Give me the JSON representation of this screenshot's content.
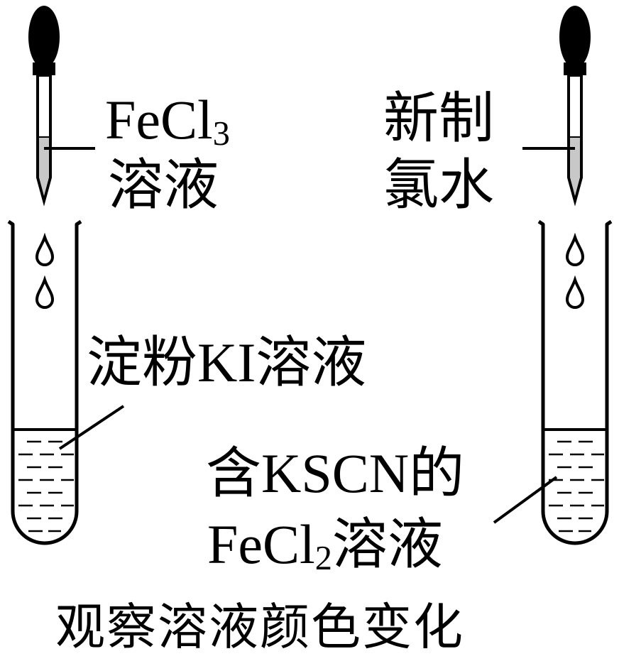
{
  "left_setup": {
    "dropper_reagent": {
      "line1_main": "FeCl",
      "line1_sub": "3",
      "line2": "溶液"
    },
    "tube_solution": "淀粉KI溶液"
  },
  "right_setup": {
    "dropper_reagent": {
      "line1": "新制",
      "line2": "氯水"
    },
    "tube_solution": {
      "line1": "含KSCN的",
      "line2_main": "FeCl",
      "line2_sub": "2",
      "line2_tail": "溶液"
    }
  },
  "caption": "观察溶液颜色变化"
}
